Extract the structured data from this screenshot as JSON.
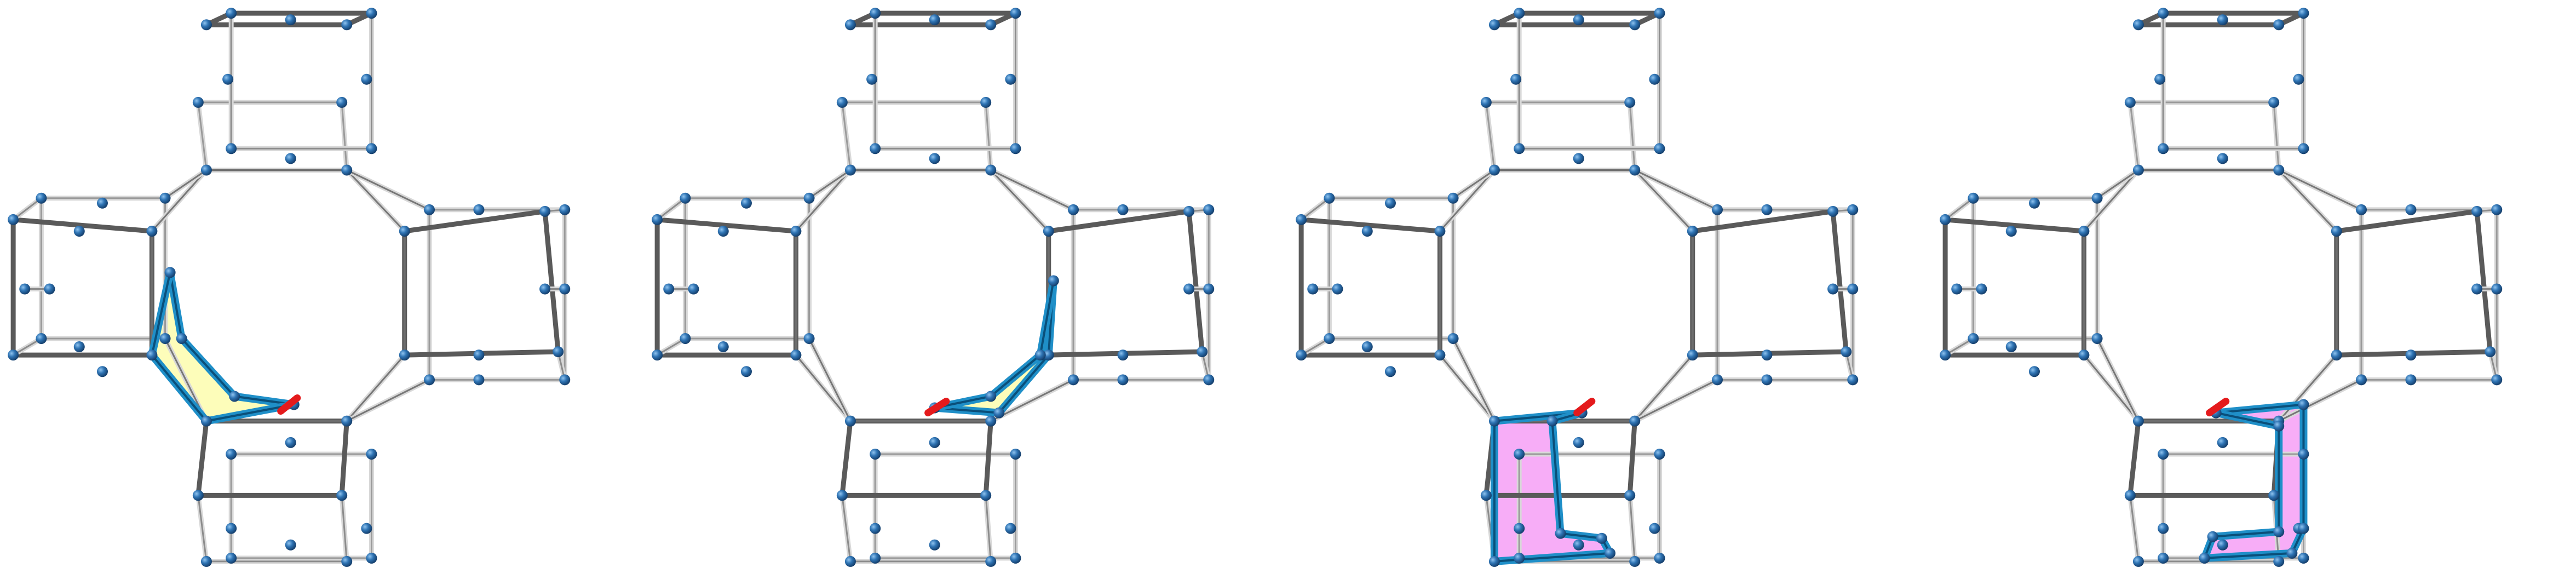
{
  "figure": {
    "panel_count": 4,
    "colors": {
      "background": "#ffffff",
      "bond_dark": "#5a5a5a",
      "bond_light": "#d8d8d8",
      "atom": "#2f74b4",
      "atom_highlight": "#6aa8e0",
      "ring_outline": "#1f8fc8",
      "highlight_edge": "#e41a1c",
      "face_yellow": "#fdfdb4",
      "face_magenta": "#f6a6f6"
    },
    "panels": [
      {
        "id": "panel-1",
        "highlight": "yellow-face",
        "side": "left"
      },
      {
        "id": "panel-2",
        "highlight": "yellow-face",
        "side": "right"
      },
      {
        "id": "panel-3",
        "highlight": "magenta-face",
        "side": "left"
      },
      {
        "id": "panel-4",
        "highlight": "magenta-face",
        "side": "right"
      }
    ]
  }
}
